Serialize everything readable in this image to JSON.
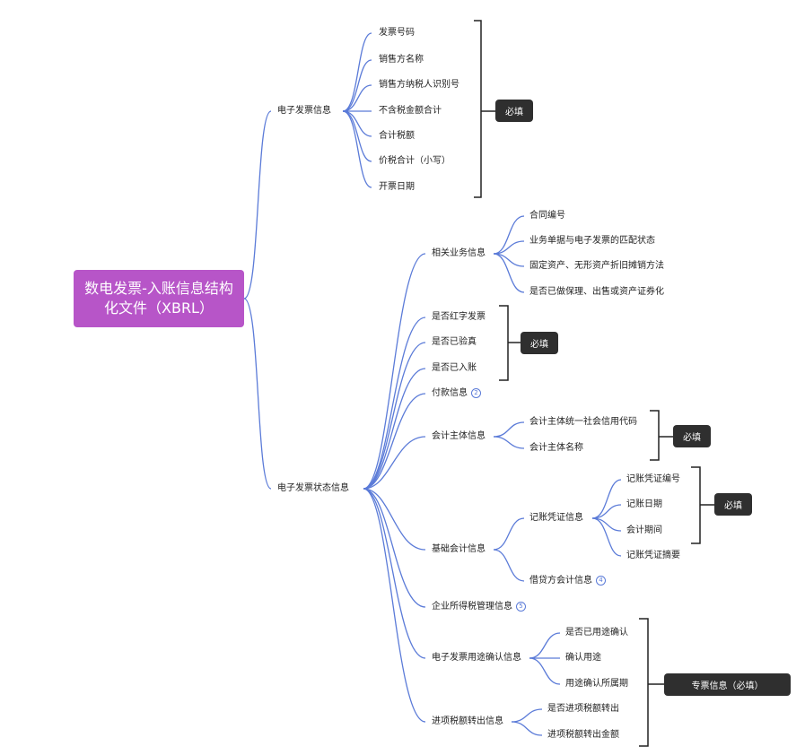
{
  "root": "数电发票-入账信息结构化文件（XBRL）",
  "branch1": {
    "label": "电子发票信息",
    "items": [
      "发票号码",
      "销售方名称",
      "销售方纳税人识别号",
      "不含税金额合计",
      "合计税额",
      "价税合计（小写）",
      "开票日期"
    ],
    "badge": "必填"
  },
  "branch2": {
    "label": "电子发票状态信息",
    "related": {
      "label": "相关业务信息",
      "items": [
        "合同编号",
        "业务单据与电子发票的匹配状态",
        "固定资产、无形资产折旧摊销方法",
        "是否已做保理、出售或资产证券化"
      ]
    },
    "flags": {
      "items": [
        "是否红字发票",
        "是否已验真",
        "是否已入账"
      ],
      "badge": "必填"
    },
    "payment": {
      "label": "付款信息",
      "count": "2"
    },
    "entity": {
      "label": "会计主体信息",
      "items": [
        "会计主体统一社会信用代码",
        "会计主体名称"
      ],
      "badge": "必填"
    },
    "basic": {
      "label": "基础会计信息",
      "voucher": {
        "label": "记账凭证信息",
        "items": [
          "记账凭证编号",
          "记账日期",
          "会计期间",
          "记账凭证摘要"
        ],
        "badge": "必填"
      },
      "debit": {
        "label": "借贷方会计信息",
        "count": "4"
      }
    },
    "tax": {
      "label": "企业所得税管理信息",
      "count": "5"
    },
    "usage": {
      "label": "电子发票用途确认信息",
      "items": [
        "是否已用途确认",
        "确认用途",
        "用途确认所属期"
      ]
    },
    "transfer": {
      "label": "进项税额转出信息",
      "items": [
        "是否进项税额转出",
        "进项税额转出金额"
      ]
    },
    "special_badge": "专票信息（必填）"
  }
}
